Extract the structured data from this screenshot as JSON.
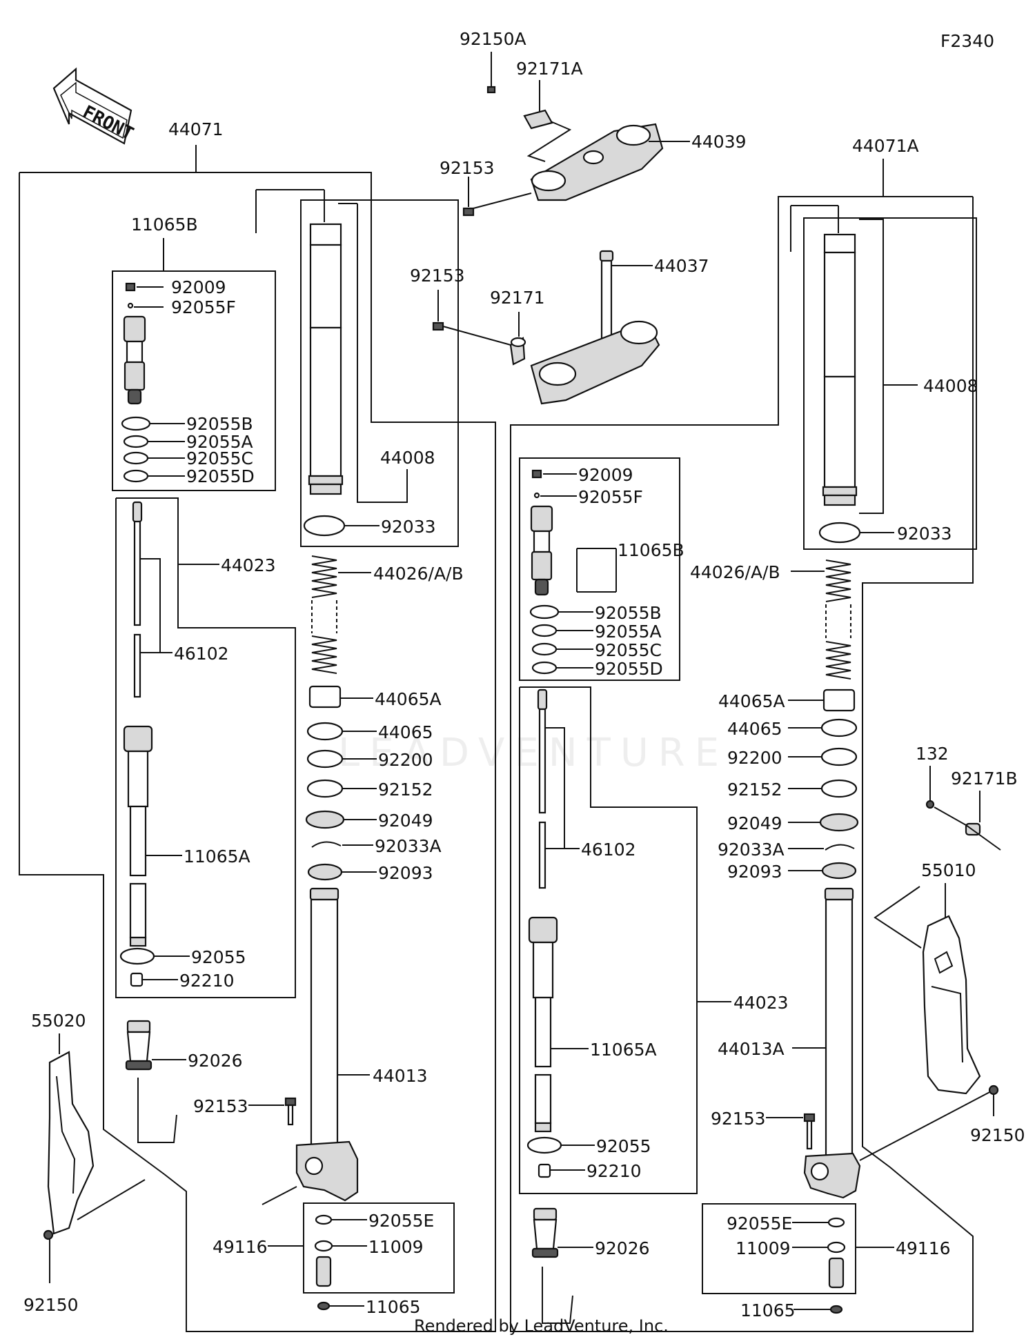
{
  "figure_code": "F2340",
  "front_label": "FRONT",
  "watermark": "LEADVENTURE",
  "footer": "Rendered by LeadVenture, Inc.",
  "left_leg": {
    "assembly": "44071",
    "cartridge_group": "11065B",
    "cartridge_parts": [
      "92009",
      "92055F",
      "92055B",
      "92055A",
      "92055C",
      "92055D"
    ],
    "rod_group": "44023",
    "rod": "46102",
    "cylinder": "11065A",
    "ring": "92055",
    "collar": "92210",
    "base_valve": "92026",
    "outer_tube": "44008",
    "outer_seal": "92033",
    "spring": "44026/A/B",
    "stack": [
      "44065A",
      "44065",
      "92200",
      "92152",
      "92049",
      "92033A",
      "92093"
    ],
    "inner_tube": "44013",
    "axle_bolt": "92153",
    "valve_group": "49116",
    "valve_parts": [
      "92055E",
      "11009",
      "11065"
    ],
    "guard": "55020",
    "guard_bolt": "92150"
  },
  "top": {
    "bolt": "92150A",
    "clamp": "92171A",
    "upper_clamp": "44039",
    "upper_bolt": "92153",
    "stem_bolt": "92153",
    "lower_clamp_part": "92171",
    "stem": "44037"
  },
  "right_leg": {
    "assembly": "44071A",
    "outer_tube": "44008",
    "outer_seal": "92033",
    "cartridge_group": "11065B",
    "cartridge_parts": [
      "92009",
      "92055F",
      "92055B",
      "92055A",
      "92055C",
      "92055D"
    ],
    "spring": "44026/A/B",
    "stack": [
      "44065A",
      "44065",
      "92200",
      "92152",
      "92049",
      "92033A",
      "92093"
    ],
    "rod": "46102",
    "rod_group": "44023",
    "cylinder": "11065A",
    "ring": "92055",
    "collar": "92210",
    "base_valve": "92026",
    "inner_tube": "44013A",
    "axle_bolt": "92153",
    "valve_group": "49116",
    "valve_parts": [
      "92055E",
      "11009",
      "11065"
    ],
    "small_bolt": "132",
    "guide": "92171B",
    "guard": "55010",
    "guard_bolt": "92150"
  }
}
